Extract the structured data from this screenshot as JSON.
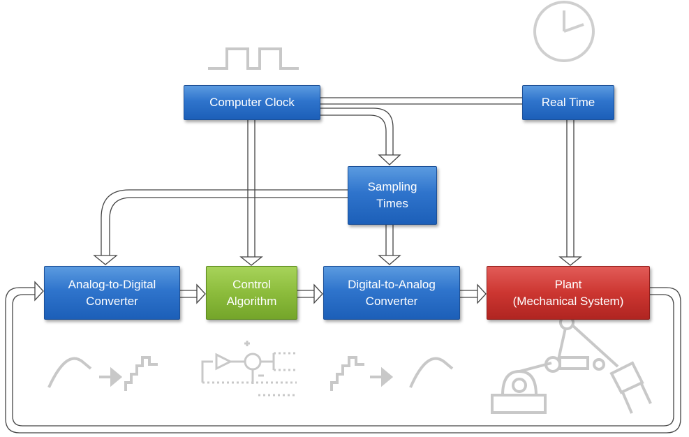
{
  "blocks": {
    "computer_clock": "Computer Clock",
    "real_time": "Real Time",
    "sampling_times": "Sampling\nTimes",
    "adc": "Analog-to-Digital\nConverter",
    "control_algorithm": "Control\nAlgorithm",
    "dac": "Digital-to-Analog\nConverter",
    "plant": "Plant\n(Mechanical System)"
  },
  "colors": {
    "blue_block": "#2f74cc",
    "green_block": "#8cbc3c",
    "red_block": "#cc3631",
    "icon_gray": "#cccccc"
  },
  "icons": [
    "square-wave-icon",
    "clock-icon",
    "adc-signal-icon",
    "control-loop-icon",
    "dac-signal-icon",
    "robot-arm-icon"
  ]
}
